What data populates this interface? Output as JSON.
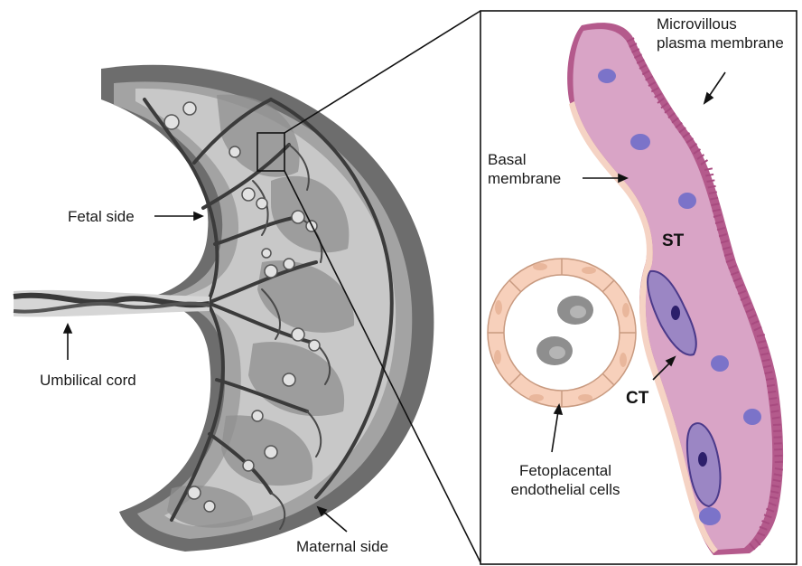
{
  "labels": {
    "fetal_side": "Fetal side",
    "umbilical_cord": "Umbilical cord",
    "maternal_side": "Maternal side",
    "microvillous_line1": "Microvillous",
    "microvillous_line2": "plasma membrane",
    "basal_line1": "Basal",
    "basal_line2": "membrane",
    "st": "ST",
    "ct": "CT",
    "fetoplacental_line1": "Fetoplacental",
    "fetoplacental_line2": "endothelial cells"
  },
  "colors": {
    "placenta_outer": "#6b6b6b",
    "placenta_mid": "#9a9a9a",
    "placenta_inner": "#c4c4c4",
    "vessels": "#3e3e3e",
    "syncytium": "#d9a7c8",
    "membrane_edge": "#b45a8c",
    "nucleus": "#7b73c9",
    "cytotrophoblast": "#9b86c4",
    "endothelium": "#f5c9b0",
    "rbc": "#8e8e8e"
  }
}
